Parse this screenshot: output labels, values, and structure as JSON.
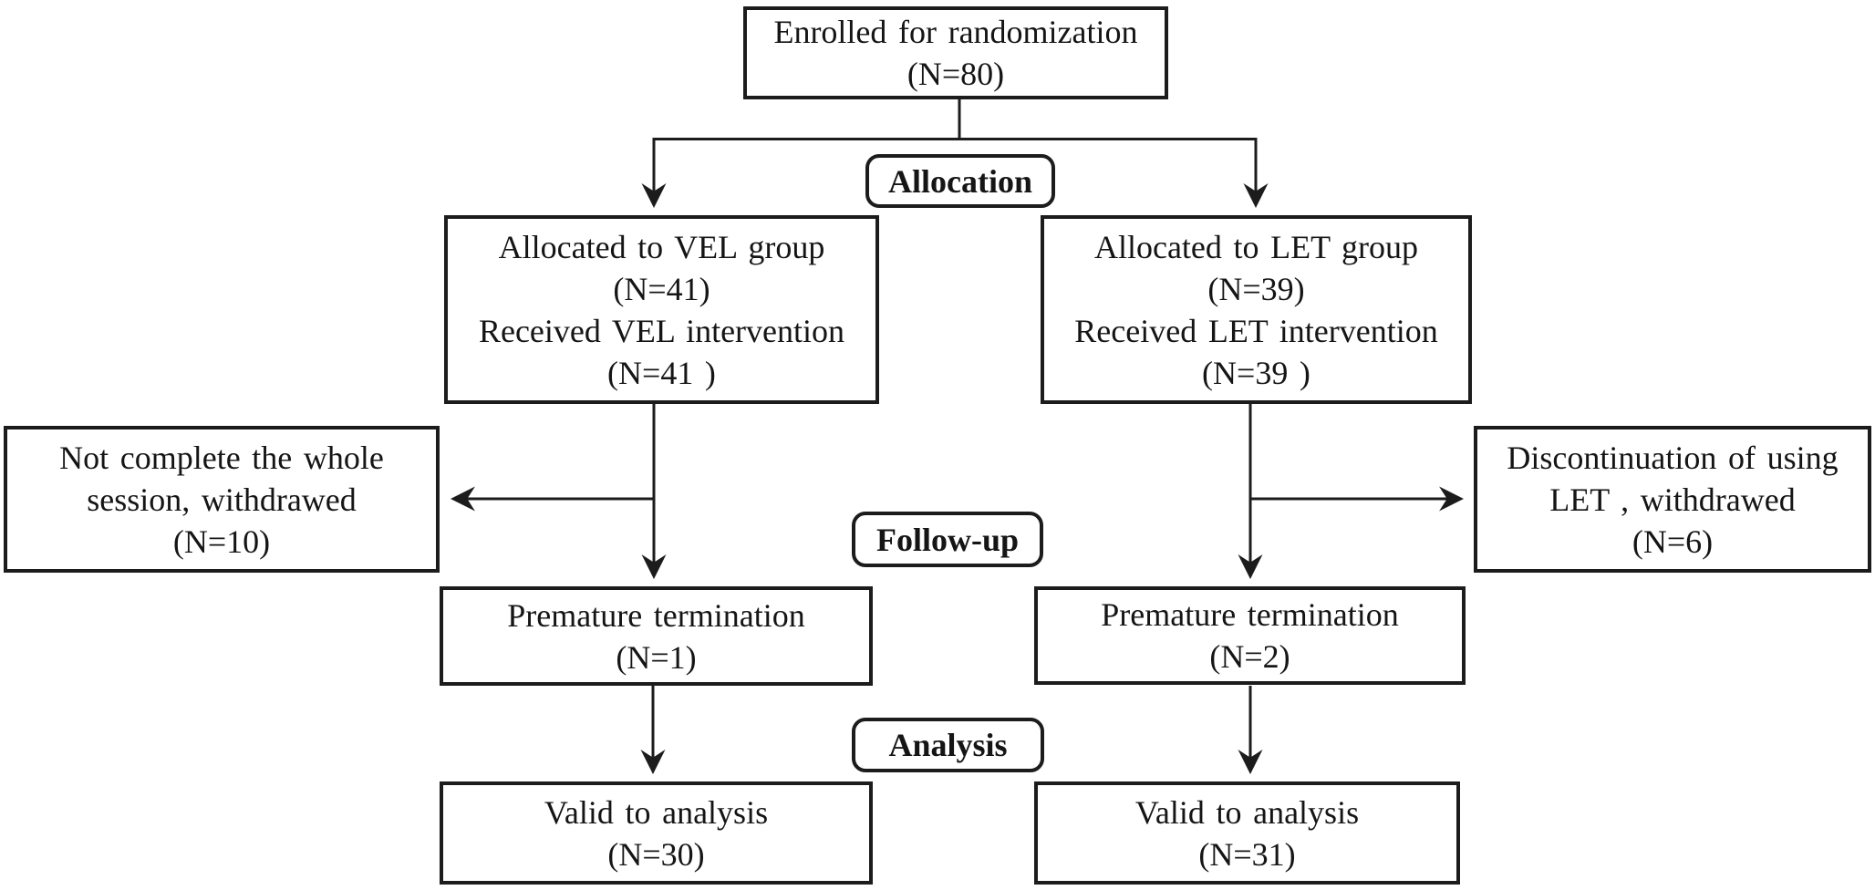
{
  "colors": {
    "line": "#1c1c1c",
    "text": "#151515",
    "background": "#ffffff"
  },
  "stages": [
    {
      "id": "allocation",
      "label": "Allocation"
    },
    {
      "id": "follow_up",
      "label": "Follow-up"
    },
    {
      "id": "analysis",
      "label": "Analysis"
    }
  ],
  "nodes": {
    "enrolled": {
      "lines": [
        "Enrolled for randomization",
        "(N=80)"
      ]
    },
    "alloc_vel": {
      "lines": [
        "Allocated to VEL group",
        "(N=41)",
        "Received VEL intervention",
        "(N=41 )"
      ]
    },
    "alloc_let": {
      "lines": [
        "Allocated to LET group",
        "(N=39)",
        "Received LET intervention",
        "(N=39 )"
      ]
    },
    "withdraw_vel": {
      "lines": [
        "Not complete the whole",
        "session, withdrawed",
        "(N=10)"
      ]
    },
    "withdraw_let": {
      "lines": [
        "Discontinuation of using",
        "LET , withdrawed",
        "(N=6)"
      ]
    },
    "premature_vel": {
      "lines": [
        "Premature termination",
        "(N=1)"
      ]
    },
    "premature_let": {
      "lines": [
        "Premature termination",
        "(N=2)"
      ]
    },
    "valid_vel": {
      "lines": [
        "Valid to analysis",
        "(N=30)"
      ]
    },
    "valid_let": {
      "lines": [
        "Valid to analysis",
        "(N=31)"
      ]
    }
  }
}
